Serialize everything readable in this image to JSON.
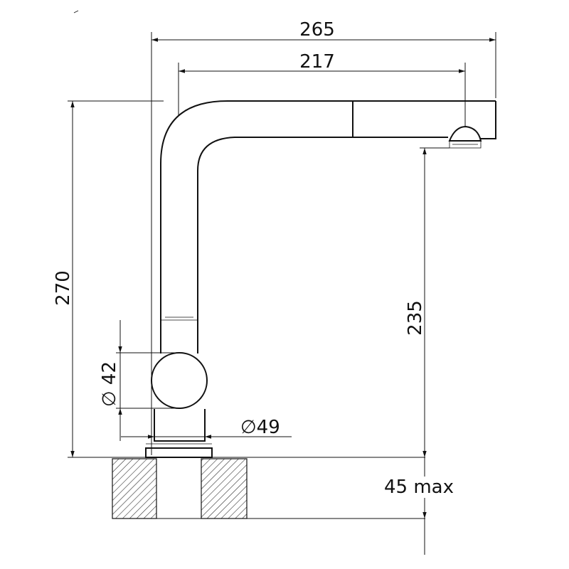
{
  "dimensions": {
    "overall_reach": "265",
    "spout_reach": "217",
    "overall_height": "270",
    "outlet_height": "235",
    "body_diameter": "42",
    "base_diameter": "49",
    "deck_thickness": "45 max",
    "diameter_symbol": "∅"
  }
}
